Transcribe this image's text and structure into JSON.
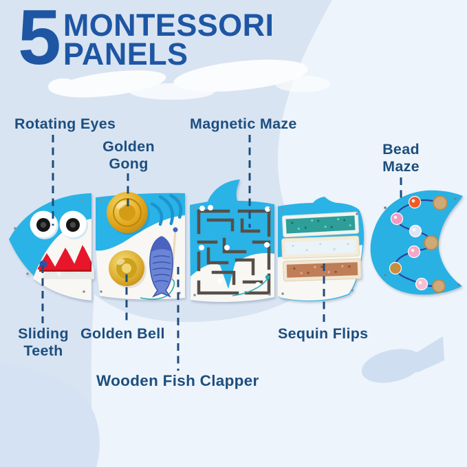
{
  "figure_alt": "Shark-shaped Montessori busy board with five activity panels",
  "header": {
    "count": "5",
    "title_line1": "MONTESSORI",
    "title_line2": "PANELS"
  },
  "callouts": [
    {
      "id": "rotating-eyes",
      "label": "Rotating Eyes"
    },
    {
      "id": "golden-gong",
      "label": "Golden\nGong"
    },
    {
      "id": "magnetic-maze",
      "label": "Magnetic Maze"
    },
    {
      "id": "bead-maze",
      "label": "Bead\nMaze"
    },
    {
      "id": "sliding-teeth",
      "label": "Sliding\nTeeth"
    },
    {
      "id": "golden-bell",
      "label": "Golden Bell"
    },
    {
      "id": "wooden-fish-clapper",
      "label": "Wooden Fish Clapper"
    },
    {
      "id": "sequin-flips",
      "label": "Sequin Flips"
    }
  ],
  "colors": {
    "header_text": "#1e56a4",
    "label_text": "#1c4e7f",
    "callout_line": "#1d4b7c",
    "background": "#d9e4f2",
    "background_light": "#eef4fb",
    "background_blob": "#d5e2f3",
    "wave_white": "#ffffff",
    "fish_silhouette": "#cfdef1",
    "shark_blue": "#2cb3e6",
    "panel_white": "#f8f7f4",
    "gold": "#dca727",
    "teeth_red": "#e8192c",
    "clapper_blue": "#6b84d6",
    "maze_track": "#57504a",
    "sequin_teal": "#2d9e98",
    "sequin_white": "#eaf3f8",
    "sequin_rose": "#bf7e59",
    "wood": "#cfa977",
    "wire_navy": "#2c3f9b"
  }
}
